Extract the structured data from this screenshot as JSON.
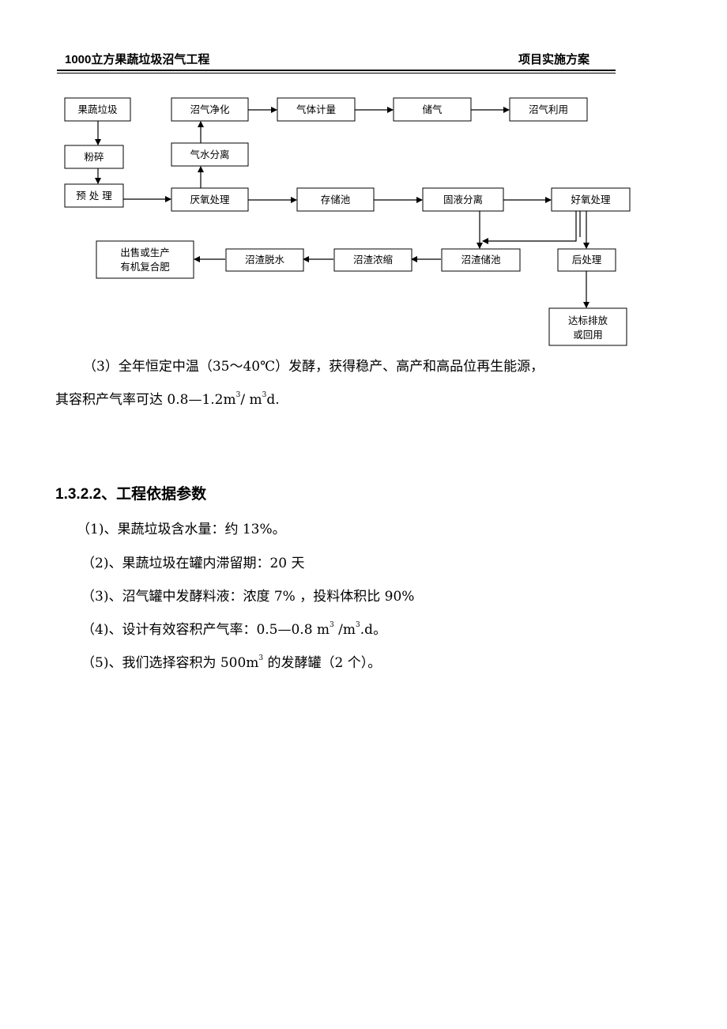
{
  "header": {
    "title": "1000立方果蔬垃圾沼气工程",
    "doc_type": "项目实施方案"
  },
  "flowchart": {
    "nodes": [
      {
        "id": "n1",
        "label": "果蔬垃圾"
      },
      {
        "id": "n2",
        "label": "粉碎"
      },
      {
        "id": "n3",
        "label": "预 处 理"
      },
      {
        "id": "n4",
        "label": "厌氧处理"
      },
      {
        "id": "n5",
        "label": "气水分离"
      },
      {
        "id": "n6",
        "label": "沼气净化"
      },
      {
        "id": "n7",
        "label": "气体计量"
      },
      {
        "id": "n8",
        "label": "储气"
      },
      {
        "id": "n9",
        "label": "沼气利用"
      },
      {
        "id": "n10",
        "label": "存储池"
      },
      {
        "id": "n11",
        "label": "固液分离"
      },
      {
        "id": "n12",
        "label": "好氧处理"
      },
      {
        "id": "n13",
        "label": "后处理"
      },
      {
        "id": "n14",
        "label": "达标排放",
        "label2": "或回用"
      },
      {
        "id": "n15",
        "label": "沼渣储池"
      },
      {
        "id": "n16",
        "label": "沼渣浓缩"
      },
      {
        "id": "n17",
        "label": "沼渣脱水"
      },
      {
        "id": "n18",
        "label": "出售或生产",
        "label2": "有机复合肥"
      }
    ]
  },
  "para3": {
    "line1": "（3）全年恒定中温（35～40℃）发酵，获得稳产、高产和高品位再生能源，",
    "line2_a": "其容积产气率可达 0.8—1.2m",
    "sup_a": "3",
    "line2_b": "/ m",
    "sup_b": "3",
    "line2_c": "d."
  },
  "section": {
    "heading": "1.3.2.2、工程依据参数",
    "item1": "（1)、果蔬垃圾含水量：约 13%。",
    "item2": "（2)、果蔬垃圾在罐内滞留期：20 天",
    "item3": "（3)、沼气罐中发酵料液：浓度 7% ，投料体积比 90%",
    "item4_a": "（4)、设计有效容积产气率：0.5—0.8 m",
    "item4_sup1": "3",
    "item4_b": " /m",
    "item4_sup2": "3",
    "item4_c": ".d。",
    "item5_a": "（5)、我们选择容积为 500m",
    "item5_sup": "3",
    "item5_b": " 的发酵罐（2 个）。"
  }
}
